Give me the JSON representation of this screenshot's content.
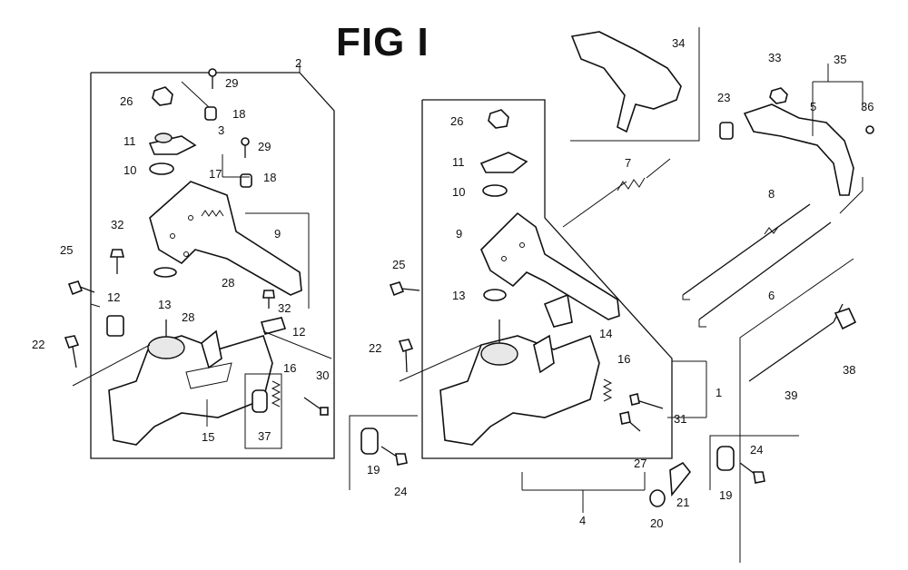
{
  "title": "FIG I",
  "callouts": {
    "n1": "1",
    "n2": "2",
    "n3": "3",
    "n4": "4",
    "n5": "5",
    "n6": "6",
    "n7": "7",
    "n8": "8",
    "n9a": "9",
    "n9b": "9",
    "n10a": "10",
    "n10b": "10",
    "n11a": "11",
    "n11b": "11",
    "n12a": "12",
    "n12b": "12",
    "n13a": "13",
    "n13b": "13",
    "n14": "14",
    "n15": "15",
    "n16a": "16",
    "n16b": "16",
    "n17": "17",
    "n18a": "18",
    "n18b": "18",
    "n19a": "19",
    "n19b": "19",
    "n20": "20",
    "n21": "21",
    "n22a": "22",
    "n22b": "22",
    "n23": "23",
    "n24a": "24",
    "n24b": "24",
    "n25a": "25",
    "n25b": "25",
    "n26a": "26",
    "n26b": "26",
    "n27": "27",
    "n28a": "28",
    "n28b": "28",
    "n29a": "29",
    "n29b": "29",
    "n30": "30",
    "n31": "31",
    "n32a": "32",
    "n32b": "32",
    "n33": "33",
    "n34": "34",
    "n35": "35",
    "n36": "36",
    "n37": "37",
    "n38": "38",
    "n39": "39"
  }
}
